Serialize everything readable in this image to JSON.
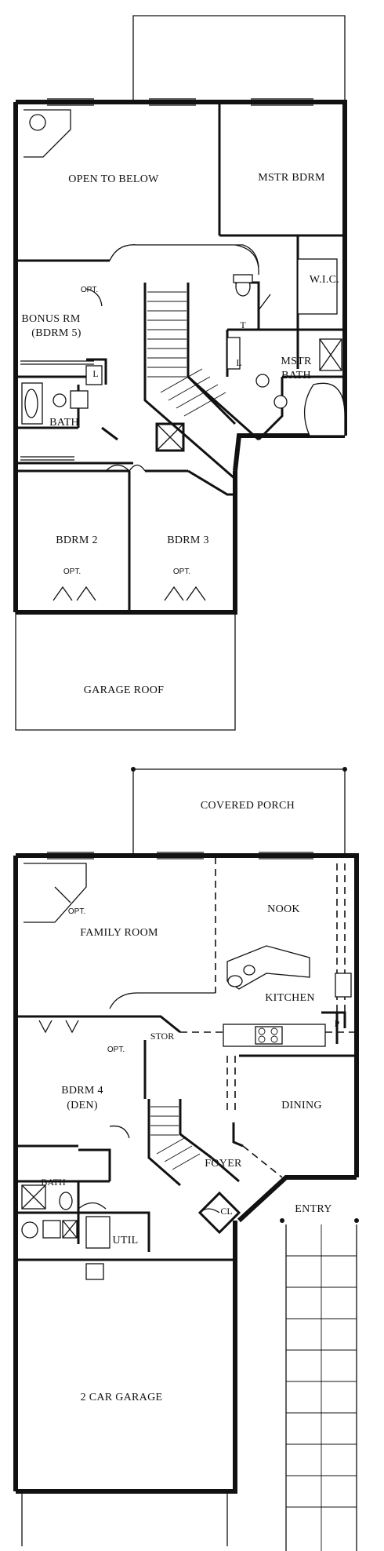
{
  "upper_floor": {
    "labels": {
      "open_to_below": "OPEN TO BELOW",
      "mstr_bdrm": "MSTR BDRM",
      "wic": "W.I.C.",
      "opt_a": "OPT.",
      "bonus_rm": "BONUS RM",
      "bdrm5": "(BDRM 5)",
      "t": "T",
      "l_laundry": "L",
      "l_linen": "L",
      "mstr_bath_1": "MSTR",
      "mstr_bath_2": "BATH",
      "bath": "BATH",
      "bdrm2": "BDRM 2",
      "bdrm3": "BDRM 3",
      "opt_b": "OPT.",
      "opt_c": "OPT.",
      "garage_roof": "GARAGE ROOF"
    }
  },
  "lower_floor": {
    "labels": {
      "covered_porch": "COVERED PORCH",
      "nook": "NOOK",
      "opt_a": "OPT.",
      "family_room": "FAMILY ROOM",
      "kitchen": "KITCHEN",
      "stor": "STOR",
      "p": "P",
      "opt_b": "OPT.",
      "bdrm4": "BDRM 4",
      "den": "(DEN)",
      "dining": "DINING",
      "foyer": "FOYER",
      "bath": "BATH",
      "cl": "CL",
      "entry": "ENTRY",
      "util": "UTIL",
      "garage": "2 CAR GARAGE"
    }
  }
}
